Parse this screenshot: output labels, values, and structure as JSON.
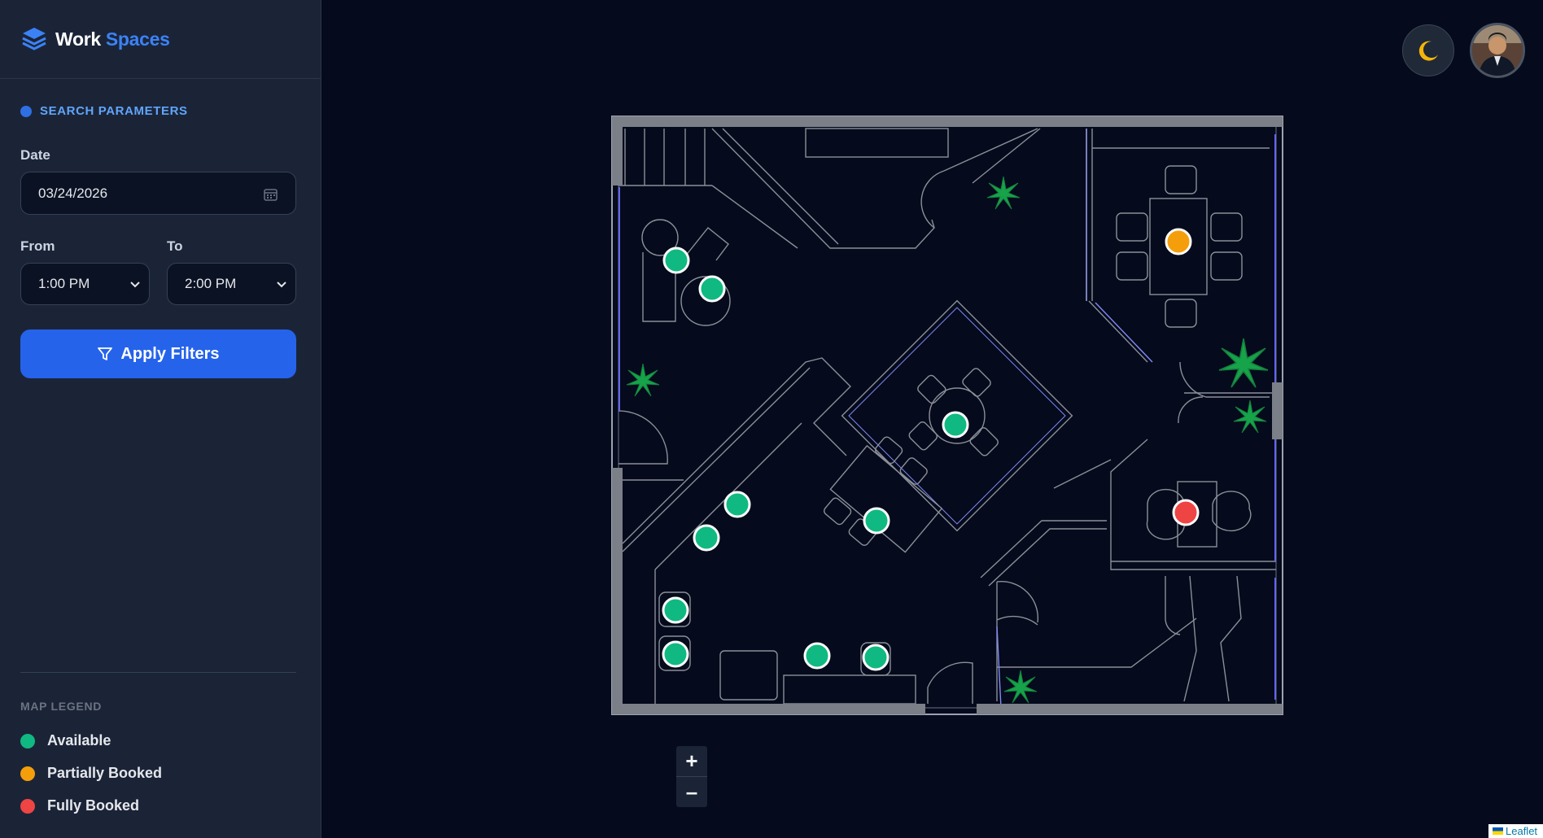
{
  "brand": {
    "word1": "Work",
    "word2": "Spaces"
  },
  "search": {
    "title": "SEARCH PARAMETERS",
    "date_label": "Date",
    "date_value": "03/24/2026",
    "from_label": "From",
    "from_value": "1:00 PM",
    "to_label": "To",
    "to_value": "2:00 PM",
    "apply_label": "Apply Filters"
  },
  "legend": {
    "title": "MAP LEGEND",
    "items": [
      {
        "label": "Available",
        "color": "#10b981"
      },
      {
        "label": "Partially Booked",
        "color": "#f59e0b"
      },
      {
        "label": "Fully Booked",
        "color": "#ef4444"
      }
    ]
  },
  "colors": {
    "accent": "#2563eb",
    "available": "#10b981",
    "partial": "#f59e0b",
    "booked": "#ef4444"
  },
  "map": {
    "zoom_in": "+",
    "zoom_out": "–",
    "attribution": "Leaflet",
    "markers": [
      {
        "status": "available"
      },
      {
        "status": "available"
      },
      {
        "status": "partial"
      },
      {
        "status": "available"
      },
      {
        "status": "available"
      },
      {
        "status": "available"
      },
      {
        "status": "available"
      },
      {
        "status": "booked"
      },
      {
        "status": "available"
      },
      {
        "status": "available"
      },
      {
        "status": "available"
      },
      {
        "status": "available"
      }
    ]
  },
  "icons": {
    "brand": "layers-icon",
    "calendar": "calendar-icon",
    "chevron": "chevron-down-icon",
    "filter": "filter-icon",
    "theme": "moon-icon",
    "user": "avatar"
  }
}
